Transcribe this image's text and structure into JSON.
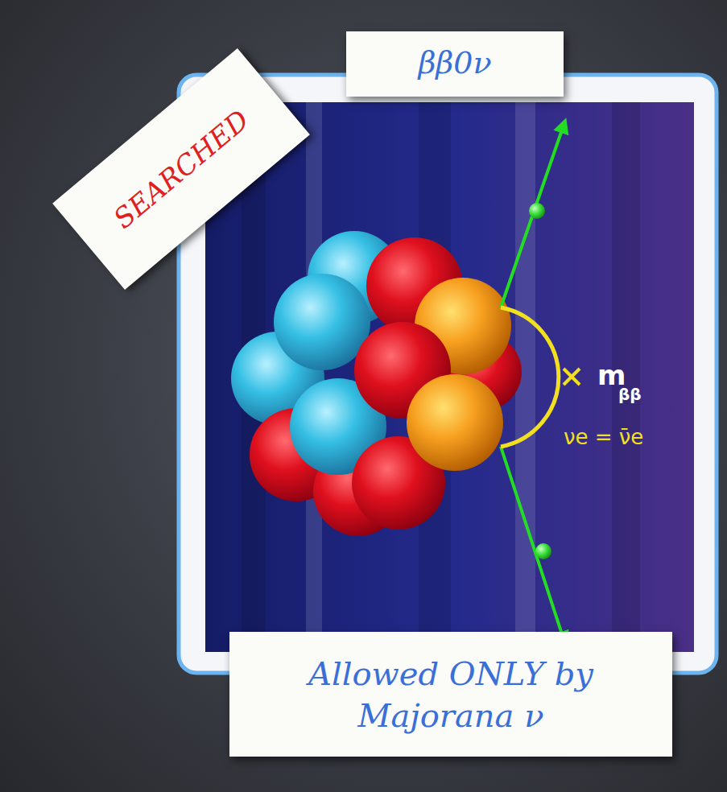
{
  "diagram": {
    "nodes": [
      {
        "text": [
          "SEARCHED"
        ]
      },
      {
        "text": [
          "ββ0ν"
        ]
      },
      {
        "text": [
          "Allowed ONLY by Majorana ν"
        ]
      }
    ],
    "labels": [
      "m",
      "ββ",
      "νe = ν̄e"
    ]
  }
}
